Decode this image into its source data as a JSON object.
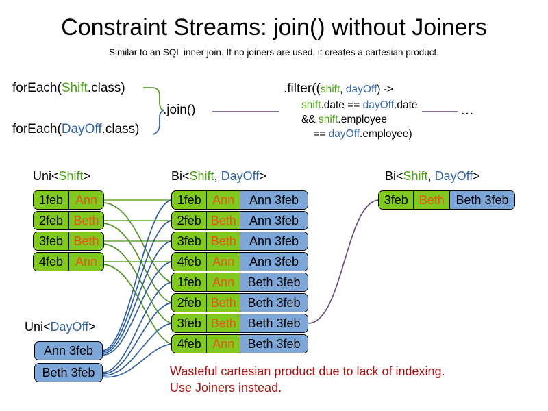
{
  "header": {
    "title": "Constraint Streams: join() without Joiners",
    "subtitle": "Similar to an SQL inner join. If no joiners are used, it creates a cartesian product."
  },
  "code": {
    "for_each_shift": {
      "prefix": "forEach(",
      "type": "Shift",
      "suffix": ".class)"
    },
    "for_each_dayoff": {
      "prefix": "forEach(",
      "type": "DayOff",
      "suffix": ".class)"
    },
    "join_call": ".join()",
    "ellipsis": "…",
    "filter": {
      "line0_prefix": ".filter((",
      "line0_param1": "shift",
      "line0_comma": ", ",
      "line0_param2": "dayOff",
      "line0_suffix": ") ->",
      "line1_a": "shift",
      "line1_b": ".date == ",
      "line1_c": "dayOff",
      "line1_d": ".date",
      "line2_a": "&& ",
      "line2_b": "shift",
      "line2_c": ".employee",
      "line3_a": "    == ",
      "line3_b": "dayOff",
      "line3_c": ".employee)"
    }
  },
  "columns": {
    "uni_shift": {
      "heading_prefix": "Uni<",
      "heading_type": "Shift",
      "heading_suffix": ">",
      "rows": [
        {
          "date": "1feb",
          "name": "Ann"
        },
        {
          "date": "2feb",
          "name": "Beth"
        },
        {
          "date": "3feb",
          "name": "Beth"
        },
        {
          "date": "4feb",
          "name": "Ann"
        }
      ]
    },
    "uni_dayoff": {
      "heading_prefix": "Uni<",
      "heading_type": "DayOff",
      "heading_suffix": ">",
      "rows": [
        {
          "label": "Ann 3feb"
        },
        {
          "label": "Beth 3feb"
        }
      ]
    },
    "bi_middle": {
      "heading_prefix": "Bi<",
      "heading_type1": "Shift",
      "heading_comma": ", ",
      "heading_type2": "DayOff",
      "heading_suffix": ">",
      "rows": [
        {
          "date": "1feb",
          "name": "Ann",
          "dayoff": "Ann 3feb"
        },
        {
          "date": "2feb",
          "name": "Beth",
          "dayoff": "Ann 3feb"
        },
        {
          "date": "3feb",
          "name": "Beth",
          "dayoff": "Ann 3feb"
        },
        {
          "date": "4feb",
          "name": "Ann",
          "dayoff": "Ann 3feb"
        },
        {
          "date": "1feb",
          "name": "Ann",
          "dayoff": "Beth 3feb"
        },
        {
          "date": "2feb",
          "name": "Beth",
          "dayoff": "Beth 3feb"
        },
        {
          "date": "3feb",
          "name": "Beth",
          "dayoff": "Beth 3feb"
        },
        {
          "date": "4feb",
          "name": "Ann",
          "dayoff": "Beth 3feb"
        }
      ]
    },
    "bi_right": {
      "heading_prefix": "Bi<",
      "heading_type1": "Shift",
      "heading_comma": ", ",
      "heading_type2": "DayOff",
      "heading_suffix": ">",
      "rows": [
        {
          "date": "3feb",
          "name": "Beth",
          "dayoff": "Beth 3feb"
        }
      ]
    }
  },
  "warning": {
    "line1": "Wasteful cartesian product due to lack of indexing.",
    "line2": "Use Joiners instead."
  },
  "colors": {
    "shift_green": "#4ca014",
    "dayoff_blue": "#3465a4",
    "card_green": "#80c91e",
    "card_blue": "#7da7d9",
    "name_orange": "#e8541a",
    "warning_red": "#aa1111",
    "link_green": "#5c9a2e",
    "link_blue": "#2f5f9e",
    "link_purple": "#6b4a7d"
  }
}
